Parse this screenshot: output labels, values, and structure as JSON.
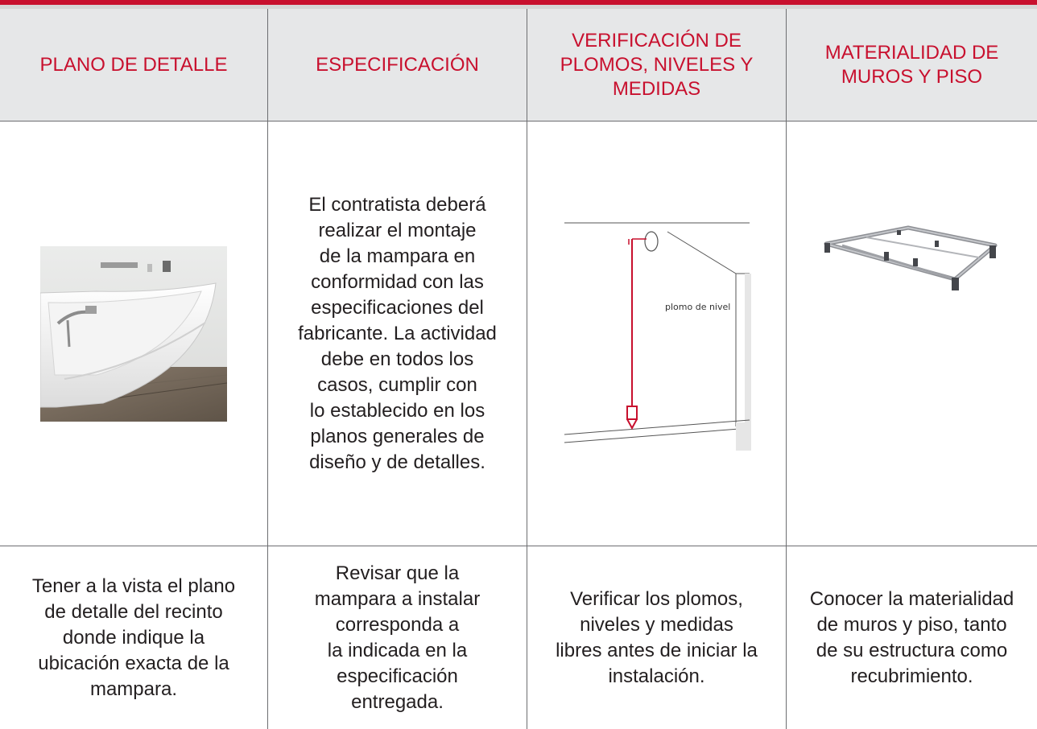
{
  "headers": {
    "col1": "PLANO DE DETALLE",
    "col2": "ESPECIFICACIÓN",
    "col3": "VERIFICACIÓN DE\nPLOMOS, NIVELES Y\nMEDIDAS",
    "col4": "MATERIALIDAD DE\nMUROS Y PISO"
  },
  "row1": {
    "col2_text": "El contratista deberá\nrealizar el montaje\nde la mampara en\nconformidad con las\nespecificaciones del\nfabricante. La actividad\ndebe en todos los\ncasos, cumplir con\nlo establecido en los\nplanos generales de\ndiseño y de detalles.",
    "col3_diagram_label": "plomo de nivel"
  },
  "row2": {
    "col1": "Tener a la vista el plano\nde detalle del recinto\ndonde indique la\nubicación exacta de la\nmampara.",
    "col2": "Revisar que la\nmampara a instalar\ncorresponda a\nla indicada en la\nespecificación\nentregada.",
    "col3": "Verificar los plomos,\nniveles y medidas\nlibres antes de iniciar la\ninstalación.",
    "col4": "Conocer la materialidad\nde muros y piso, tanto\nde su estructura como\nrecubrimiento."
  },
  "colors": {
    "accent": "#c8102e",
    "header_bg": "#e6e7e8",
    "text": "#231f20",
    "rule": "#6d6e71"
  },
  "icons": {
    "col1_image": "corner-bathtub-photo",
    "col3_image": "plumb-line-diagram",
    "col4_image": "shower-tray-frame-photo"
  }
}
